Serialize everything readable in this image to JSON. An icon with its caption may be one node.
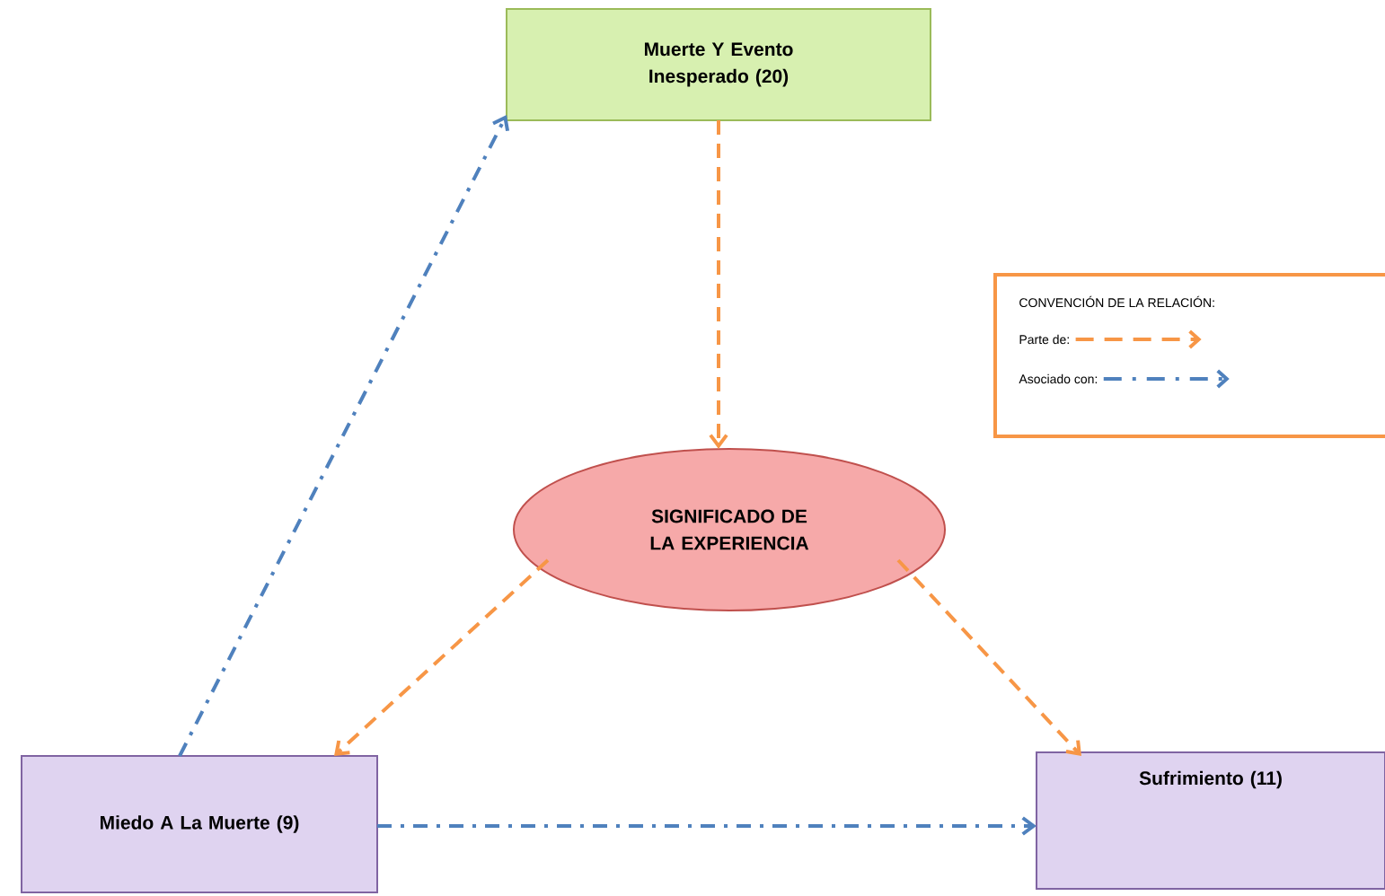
{
  "diagram": {
    "nodes": [
      {
        "text": [
          "Muerte Y Evento Inesperado (20)"
        ]
      },
      {
        "text": [
          "SIGNIFICADO DE LA EXPERIENCIA"
        ]
      },
      {
        "text": [
          "Miedo A La Muerte (9)"
        ]
      },
      {
        "text": [
          "Sufrimiento (11)"
        ]
      }
    ],
    "edges": [
      {
        "from": 0,
        "to": 1,
        "arrow": "to",
        "style": "dashed"
      },
      {
        "from": 1,
        "to": 2,
        "arrow": "to",
        "style": "dashed"
      },
      {
        "from": 1,
        "to": 3,
        "arrow": "to",
        "style": "dashed"
      },
      {
        "from": 2,
        "to": 0,
        "arrow": "to",
        "style": "dashed",
        "color": "#4f81bd"
      },
      {
        "from": 2,
        "to": 3,
        "arrow": "to",
        "style": "dashed",
        "color": "#4f81bd"
      }
    ],
    "labels": [
      "CONVENCIÓN  DE LA RELACIÓN:"
    ],
    "legend": [
      {
        "text": "Parte de:"
      },
      {
        "text": "Asociado  con:"
      }
    ]
  }
}
